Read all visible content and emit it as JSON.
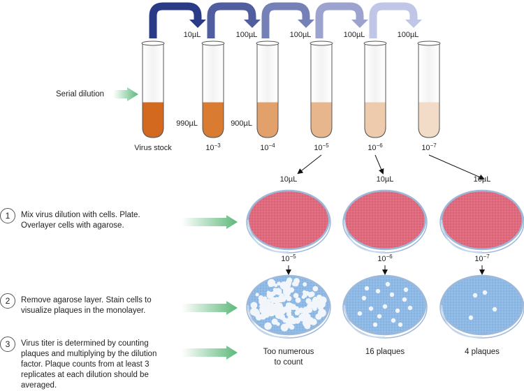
{
  "colors": {
    "loop_dark": "#2a3a86",
    "loop_light": "#c0c6e6",
    "green_arrow": "#5cb87a",
    "dish_rim": "#9db8d8",
    "dish_red": "#e06a7e",
    "dish_blue": "#8fbae6"
  },
  "top": {
    "serial_label": "Serial dilution",
    "transfers": [
      "10µL",
      "100µL",
      "100µL",
      "100µL",
      "100µL"
    ],
    "tubes": [
      {
        "label": "Virus stock",
        "exp": "",
        "volume": "",
        "liquid": "#d3691f",
        "level": 0.5
      },
      {
        "label": "10",
        "exp": "−3",
        "volume": "990µL",
        "liquid": "#d97c32",
        "level": 0.5
      },
      {
        "label": "10",
        "exp": "−4",
        "volume": "900µL",
        "liquid": "#e2a06b",
        "level": 0.5
      },
      {
        "label": "10",
        "exp": "−5",
        "volume": "",
        "liquid": "#e8b68c",
        "level": 0.5
      },
      {
        "label": "10",
        "exp": "−6",
        "volume": "",
        "liquid": "#efcbad",
        "level": 0.5
      },
      {
        "label": "10",
        "exp": "−7",
        "volume": "",
        "liquid": "#f2dcc8",
        "level": 0.5
      }
    ]
  },
  "plating": {
    "volume_labels": [
      "10µL",
      "10µL",
      "10µL"
    ],
    "dilution_labels": [
      {
        "base": "10",
        "exp": "−5"
      },
      {
        "base": "10",
        "exp": "−6"
      },
      {
        "base": "10",
        "exp": "−7"
      }
    ],
    "results": [
      "Too numerous to count",
      "16 plaques",
      "4 plaques"
    ]
  },
  "steps": [
    {
      "num": "1",
      "text": "Mix virus dilution with cells. Plate. Overlayer cells with agarose."
    },
    {
      "num": "2",
      "text": "Remove agarose layer. Stain cells to visualize plaques in the monolayer."
    },
    {
      "num": "3",
      "text": "Virus titer is determined by counting plaques and multiplying by the dilution factor. Plaque counts from at least 3 replicates at each dilution should be averaged."
    }
  ]
}
